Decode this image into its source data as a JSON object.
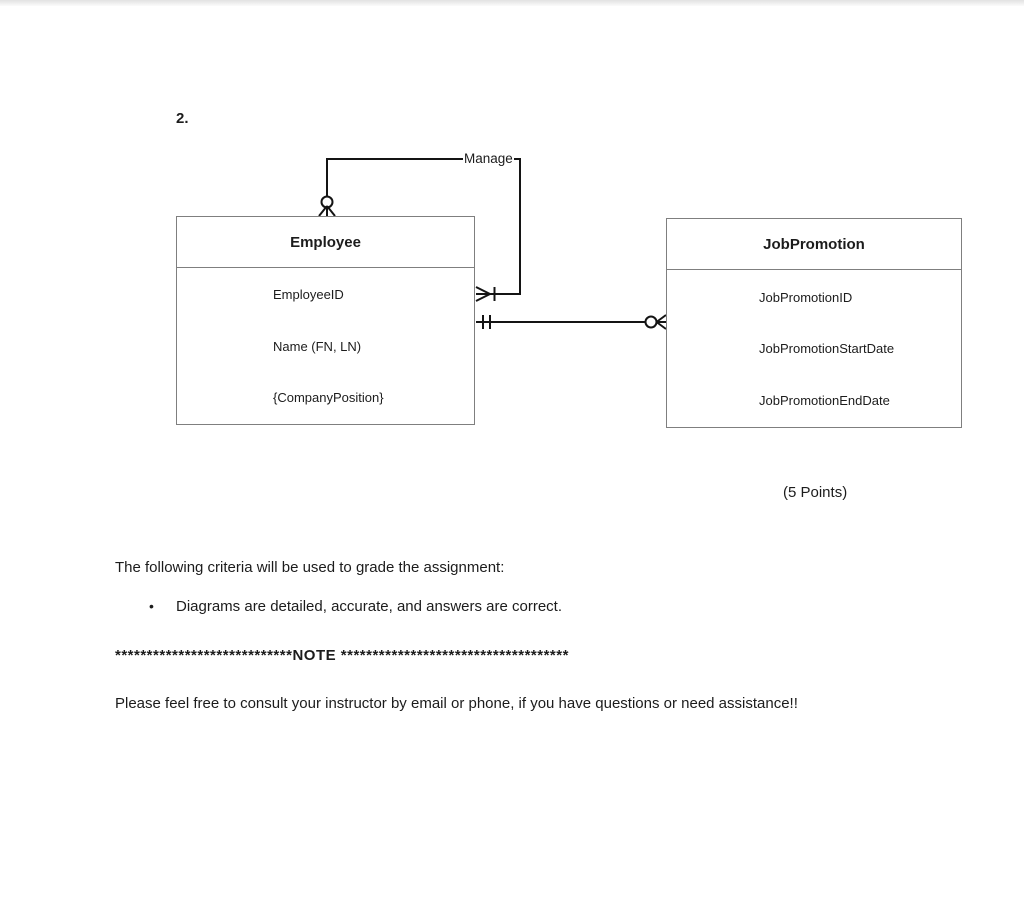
{
  "page": {
    "question_number": "2.",
    "points_label": "(5 Points)"
  },
  "diagram": {
    "relationship_label": "Manage",
    "entities": [
      {
        "name": "Employee",
        "attributes": [
          "EmployeeID",
          "Name (FN, LN)",
          "{CompanyPosition}"
        ]
      },
      {
        "name": "JobPromotion",
        "attributes": [
          "JobPromotionID",
          "JobPromotionStartDate",
          "JobPromotionEndDate"
        ]
      }
    ],
    "cardinality": {
      "manage_employee_top": "zero-or-many",
      "manage_employee_right": "one-or-many",
      "promotion_employee_side": "one-and-only-one",
      "promotion_jobpromotion_side": "zero-or-many"
    },
    "line_color": "#141414",
    "box_border_color": "#7f7f7f"
  },
  "body": {
    "criteria_intro": "The following criteria will be used to grade the assignment:",
    "bullet_char": "•",
    "bullet_items": [
      "Diagrams are detailed, accurate, and answers are correct."
    ],
    "note_line": "****************************NOTE ************************************",
    "closing_line": "Please feel free to consult your instructor by email or phone, if you have questions or need assistance!!"
  }
}
